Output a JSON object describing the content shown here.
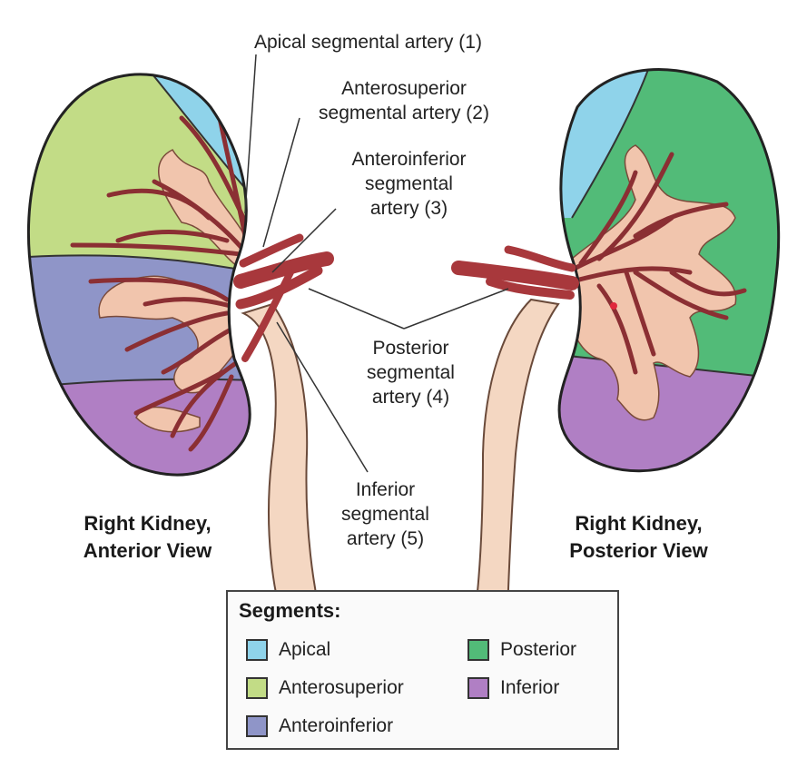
{
  "labels": {
    "apical": "Apical segmental artery (1)",
    "anterosuperior_1": "Anterosuperior",
    "anterosuperior_2": "segmental artery (2)",
    "anteroinferior_1": "Anteroinferior",
    "anteroinferior_2": "segmental",
    "anteroinferior_3": "artery (3)",
    "posterior_1": "Posterior",
    "posterior_2": "segmental",
    "posterior_3": "artery (4)",
    "inferior_1": "Inferior",
    "inferior_2": "segmental",
    "inferior_3": "artery (5)"
  },
  "views": {
    "left_line1": "Right Kidney,",
    "left_line2": "Anterior View",
    "right_line1": "Right Kidney,",
    "right_line2": "Posterior View"
  },
  "legend": {
    "title": "Segments:",
    "items": [
      {
        "label": "Apical",
        "color": "#8fd3ea"
      },
      {
        "label": "Anterosuperior",
        "color": "#c2dc86"
      },
      {
        "label": "Anteroinferior",
        "color": "#8f95c8"
      },
      {
        "label": "Posterior",
        "color": "#52bb78"
      },
      {
        "label": "Inferior",
        "color": "#b07fc4"
      }
    ]
  },
  "colors": {
    "apical": "#8fd3ea",
    "anterosuperior": "#c2dc86",
    "anteroinferior": "#8f95c8",
    "posterior": "#52bb78",
    "inferior": "#b07fc4",
    "sinus": "#f1c5ad",
    "artery": "#a8383c",
    "ureter": "#f4d7c2"
  }
}
